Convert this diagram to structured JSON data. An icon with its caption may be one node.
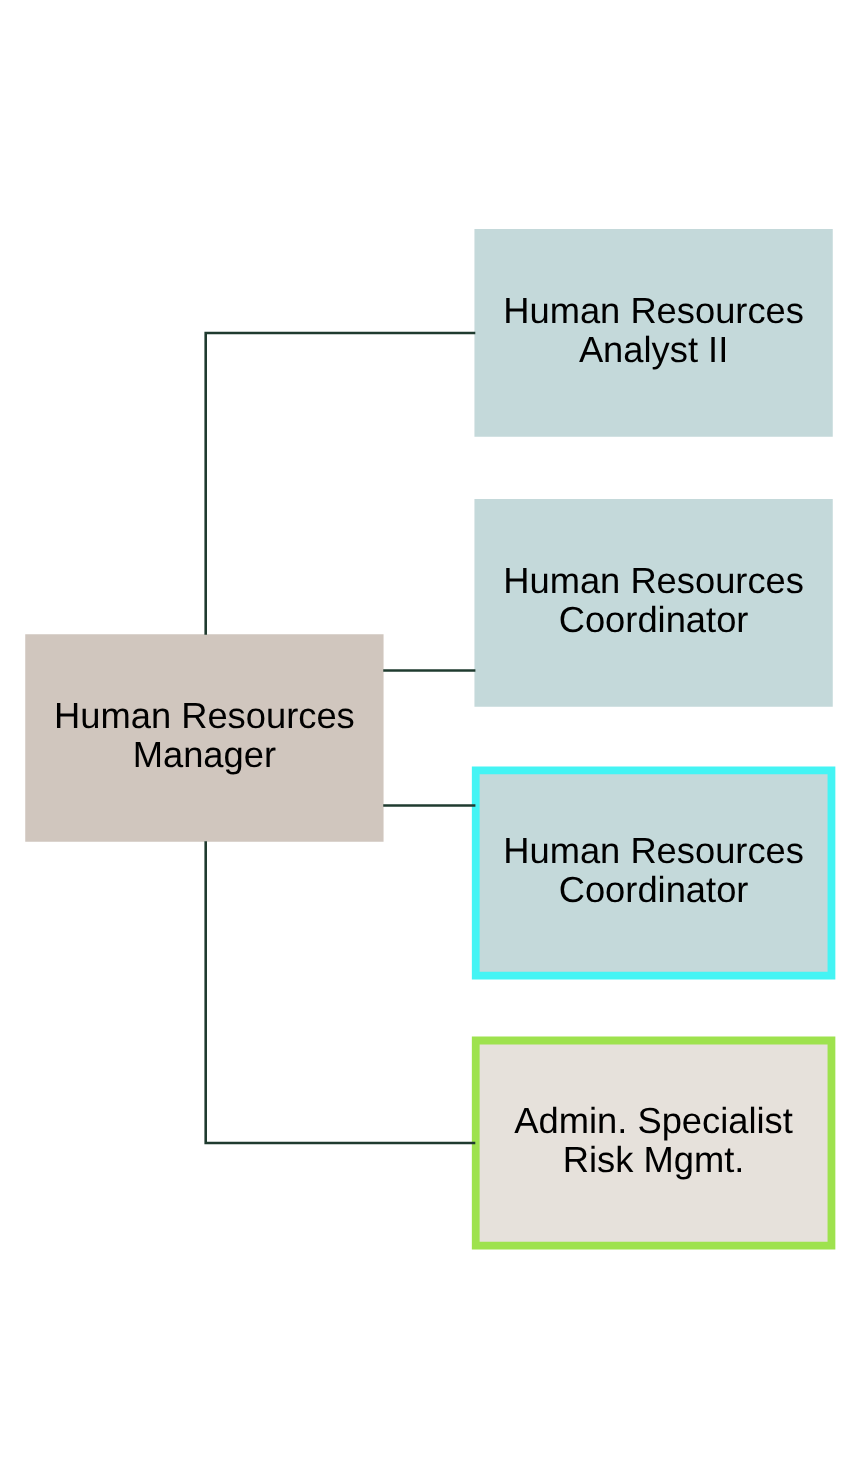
{
  "diagram": {
    "nodes": [
      {
        "text": [
          "Human Resources Manager"
        ]
      },
      {
        "text": [
          "Human Resources Analyst II"
        ]
      },
      {
        "text": [
          "Human Resources Coordinator"
        ]
      },
      {
        "text": [
          "Human Resources Coordinator"
        ]
      },
      {
        "text": [
          "Admin. Specialist Risk Mgmt."
        ]
      }
    ],
    "edges": [
      {
        "from": 0,
        "to": 1,
        "arrow": "none"
      },
      {
        "from": 0,
        "to": 2,
        "arrow": "none"
      },
      {
        "from": 0,
        "to": 3,
        "arrow": "none"
      },
      {
        "from": 0,
        "to": 4,
        "arrow": "none"
      }
    ]
  }
}
